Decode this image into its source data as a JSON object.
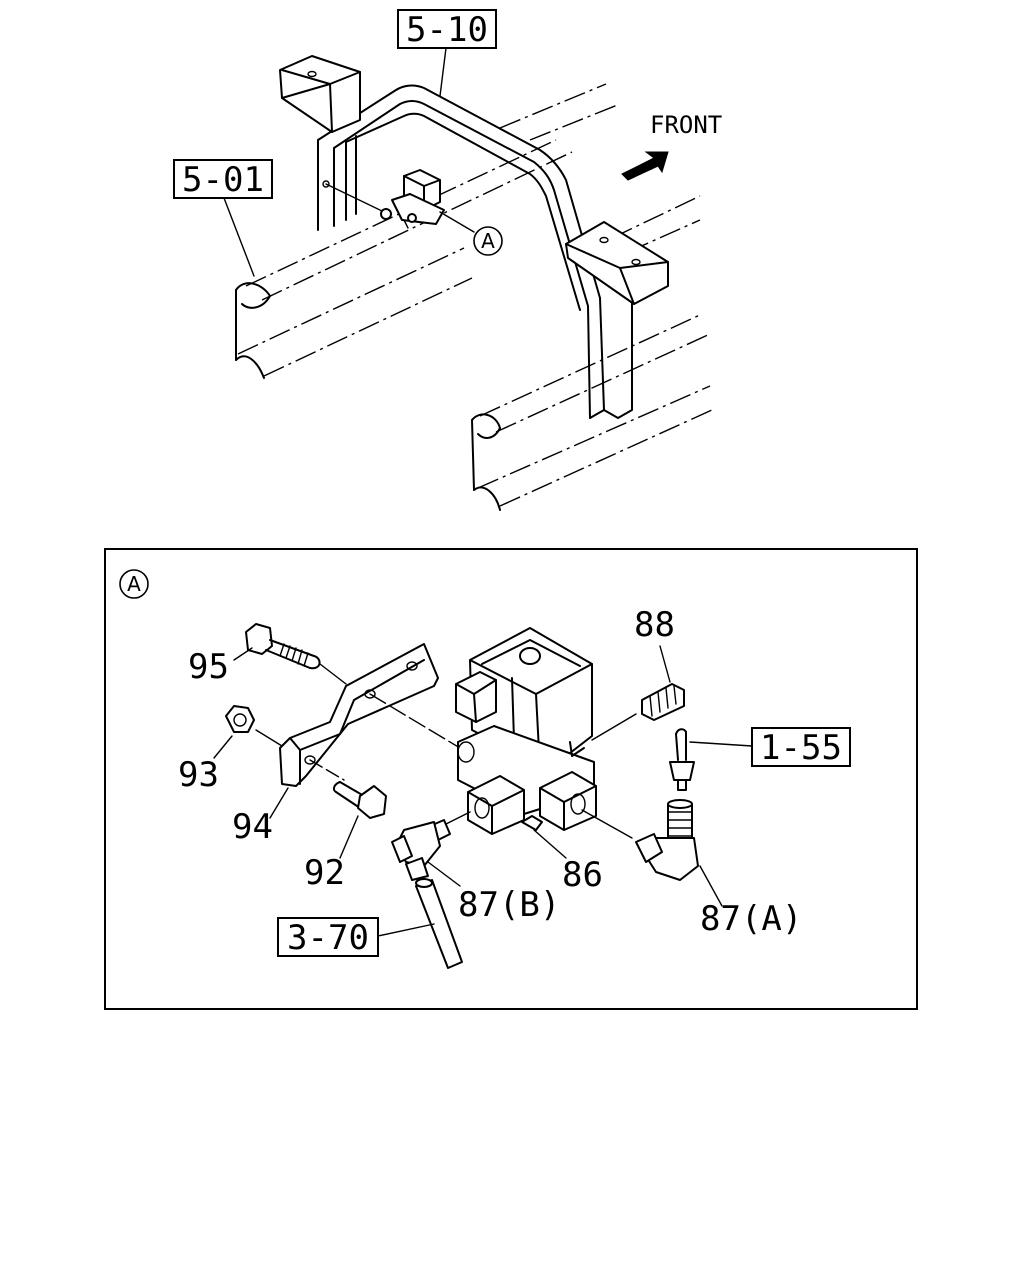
{
  "labels": {
    "ref_5_10": "5-10",
    "ref_5_01": "5-01",
    "front": "FRONT",
    "detail_marker_top": "A",
    "detail_marker_box": "A",
    "part_95": "95",
    "part_93": "93",
    "part_94": "94",
    "part_92": "92",
    "part_88": "88",
    "part_86": "86",
    "part_87b": "87(B)",
    "part_87a": "87(A)",
    "ref_1_55": "1-55",
    "ref_3_70": "3-70"
  },
  "icons": {
    "front_arrow": "arrow-icon"
  }
}
